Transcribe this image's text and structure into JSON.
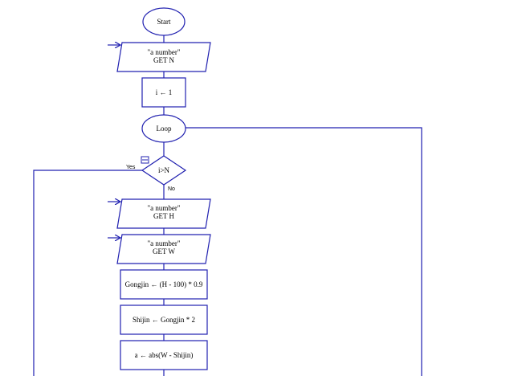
{
  "flowchart": {
    "start": "Start",
    "input_n": {
      "prompt": "\"a number\"",
      "command": "GET N"
    },
    "assign_i": "i ← 1",
    "loop": "Loop",
    "condition": "i>N",
    "yes_label": "Yes",
    "no_label": "No",
    "input_h": {
      "prompt": "\"a number\"",
      "command": "GET H"
    },
    "input_w": {
      "prompt": "\"a number\"",
      "command": "GET W"
    },
    "assign_gongjin": "Gongjin ← (H - 100) * 0.9",
    "assign_shijin": "Shijin ← Gongjin * 2",
    "assign_a": "a ← abs(W - Shijin)"
  },
  "colors": {
    "line": "#2020b0",
    "background": "#ffffff",
    "text": "#000000"
  }
}
